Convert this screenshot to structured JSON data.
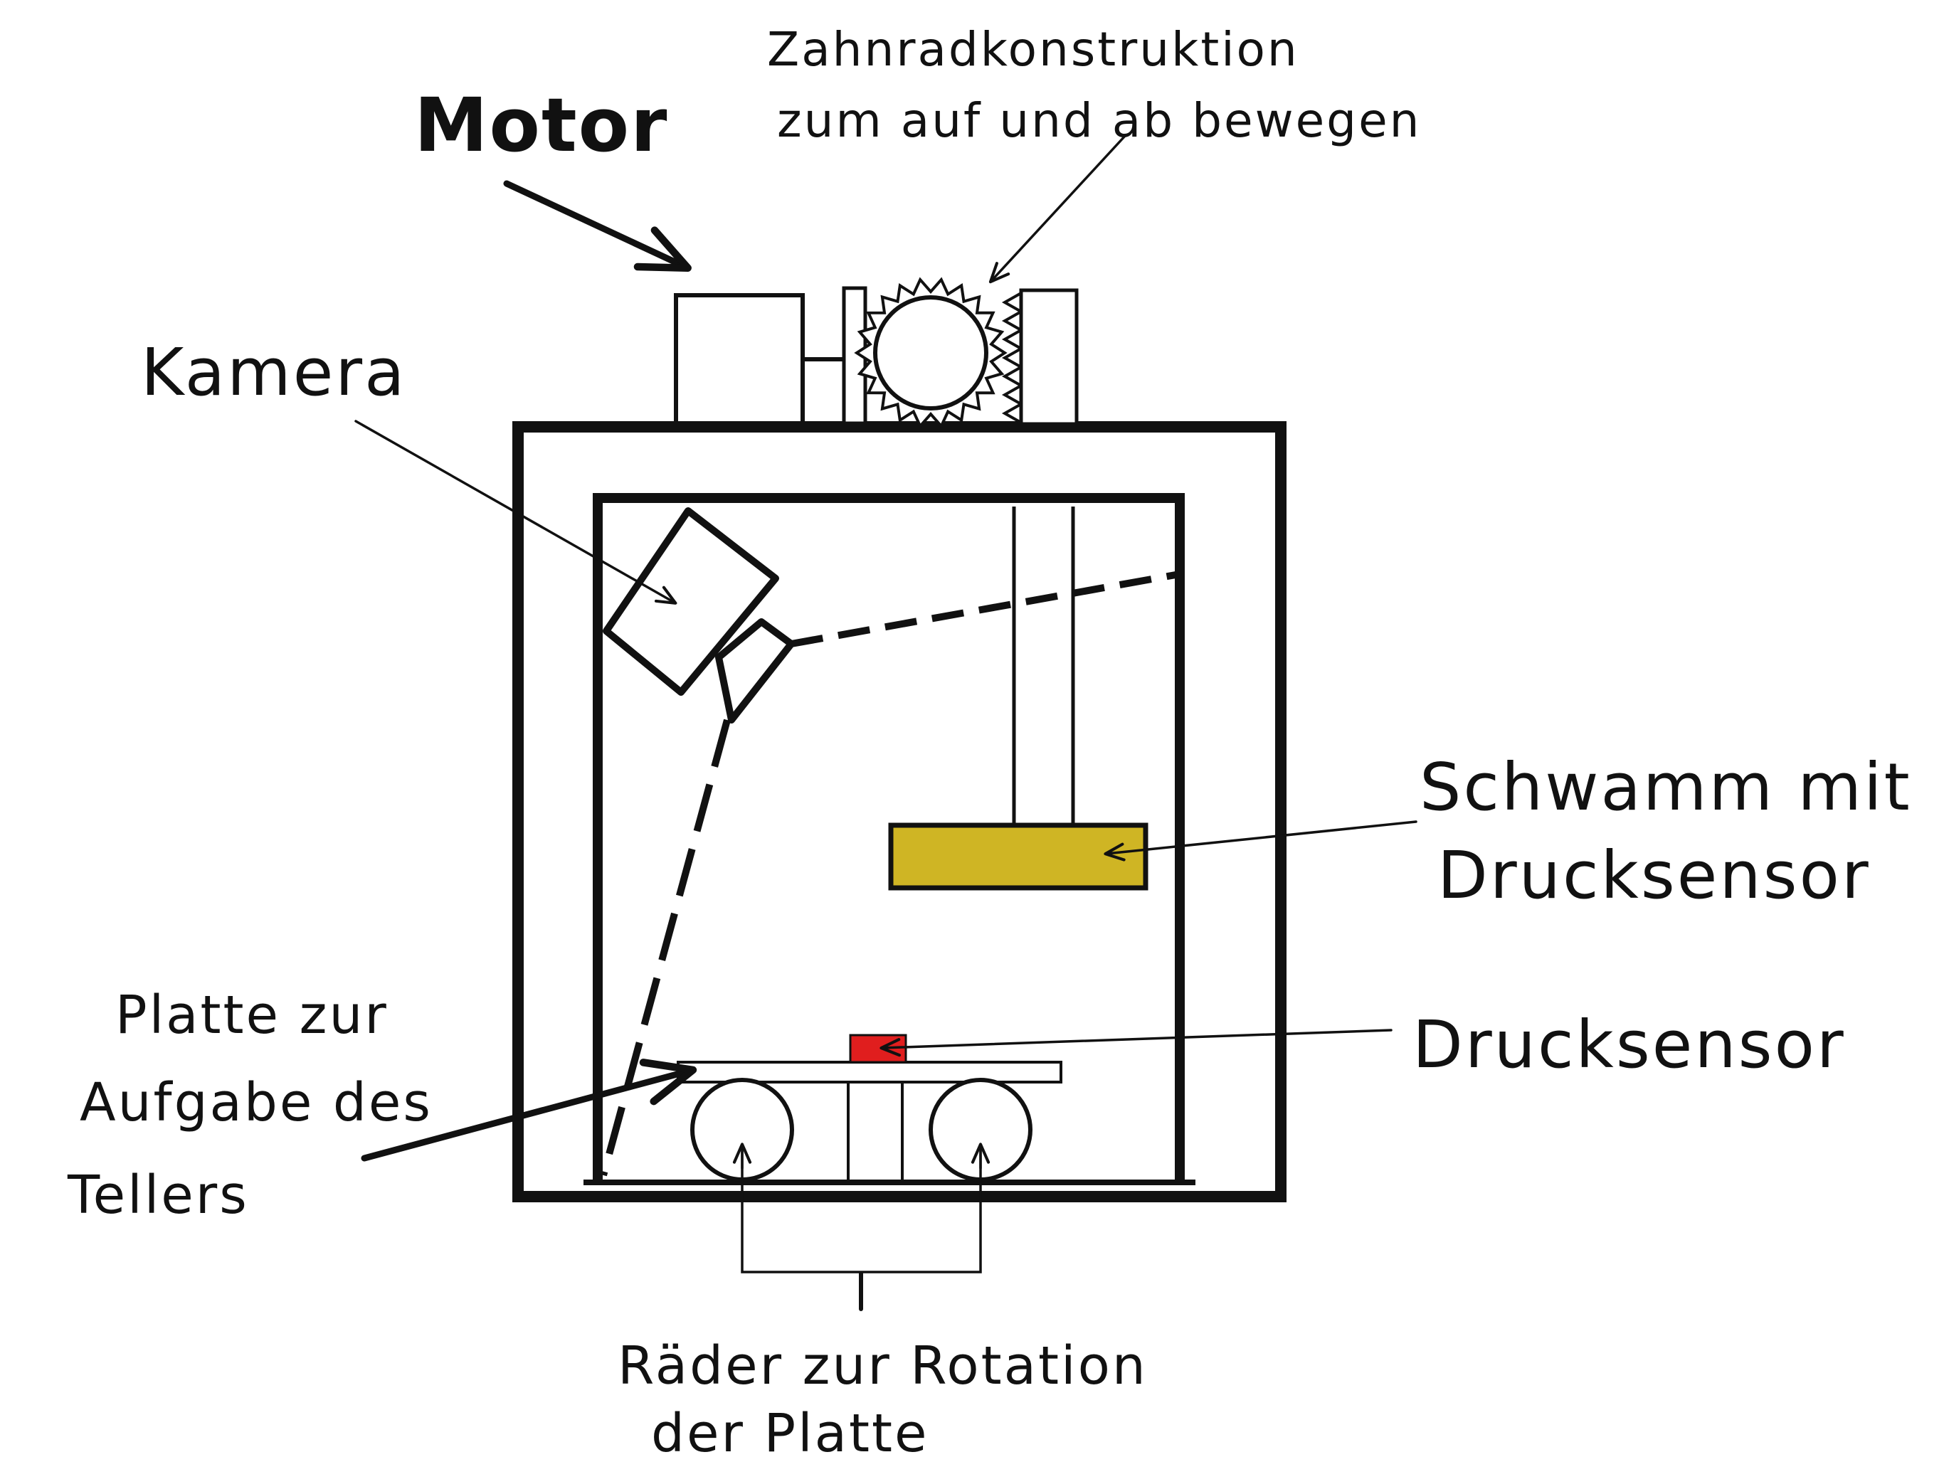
{
  "labels": {
    "gear": [
      "Zahnradkonstruktion",
      "zum auf und ab bewegen"
    ],
    "motor": "Motor",
    "camera": "Kamera",
    "sponge": [
      "Schwamm mit",
      "Drucksensor"
    ],
    "plate": [
      "Platte zur",
      "Aufgabe des",
      "Tellers"
    ],
    "pressure_sensor": "Drucksensor",
    "wheels": [
      "Räder zur Rotation",
      "der Platte"
    ]
  },
  "colors": {
    "ink": "#111111",
    "sponge": "#cfb524",
    "sensor": "#e01e1e",
    "paper": "#ffffff"
  }
}
